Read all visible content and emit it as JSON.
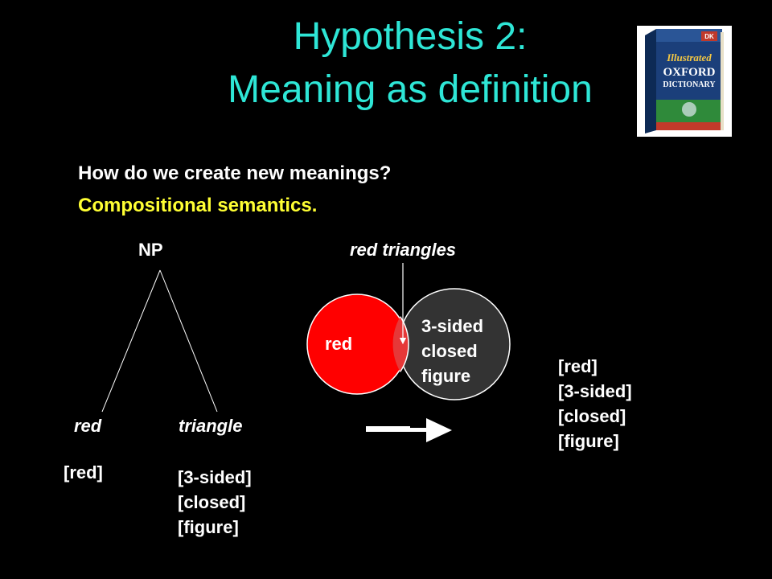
{
  "title": {
    "line1": "Hypothesis 2:",
    "line2": "Meaning as definition"
  },
  "body": {
    "question": "How do we create new meanings?",
    "answer": "Compositional semantics."
  },
  "tree": {
    "root": "NP",
    "left_leaf": "red",
    "right_leaf": "triangle",
    "left_features": [
      "[red]"
    ],
    "right_features": [
      "[3-sided]",
      "[closed]",
      "[figure]"
    ]
  },
  "venn": {
    "label": "red triangles",
    "red_set": "red",
    "gray_set": [
      "3-sided",
      "closed",
      "figure"
    ],
    "red_color": "#ff0000",
    "gray_color": "#333333"
  },
  "result": {
    "features": [
      "[red]",
      "[3-sided]",
      "[closed]",
      "[figure]"
    ]
  },
  "colors": {
    "title": "#2ee6d6",
    "answer": "#ffff33",
    "background": "#000000"
  },
  "image": {
    "brand": "DK",
    "line1": "Illustrated",
    "line2": "OXFORD",
    "line3": "DICTIONARY"
  }
}
